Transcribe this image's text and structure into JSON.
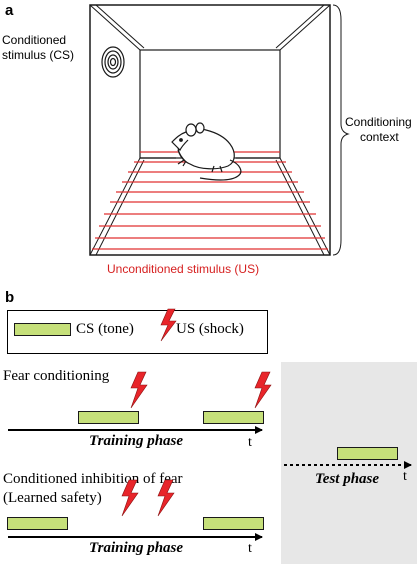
{
  "panel_a": {
    "letter": "a",
    "cs_label_line1": "Conditioned",
    "cs_label_line2": "stimulus (CS)",
    "context_label_line1": "Conditioning",
    "context_label_line2": "context",
    "us_label": "Unconditioned stimulus (US)"
  },
  "panel_b": {
    "letter": "b",
    "legend": {
      "cs_label": "CS (tone)",
      "us_label": "US (shock)"
    },
    "fear_conditioning": {
      "title": "Fear conditioning",
      "phase_label": "Training phase",
      "axis_label": "t"
    },
    "conditioned_inhibition": {
      "title_line1": "Conditioned inhibition of fear",
      "title_line2": "(Learned safety)",
      "phase_label": "Training phase",
      "axis_label": "t"
    },
    "test": {
      "phase_label": "Test phase",
      "axis_label": "t"
    }
  },
  "colors": {
    "tone": "#c6e07a",
    "shock": "#e8252a",
    "grid": "#e03030",
    "test_bg": "#e7e7e7"
  }
}
